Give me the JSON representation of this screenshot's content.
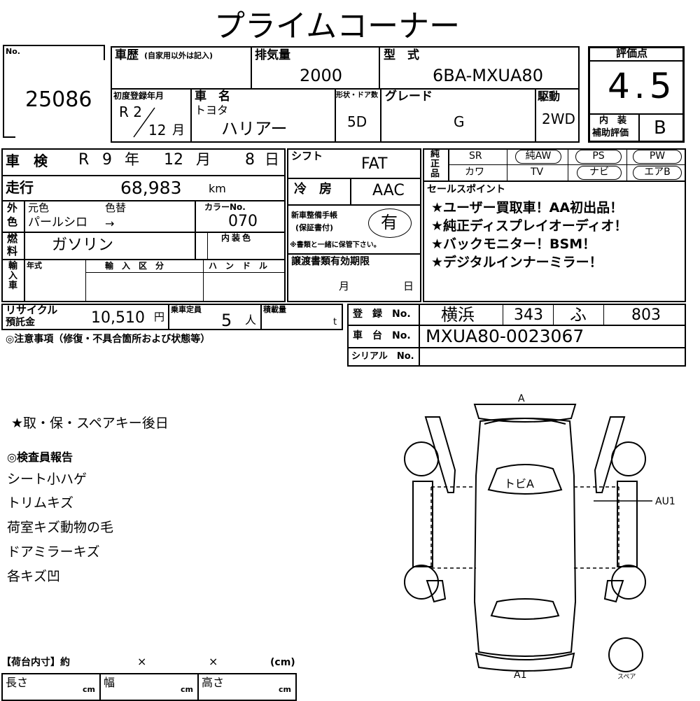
{
  "title": "プライムコーナー",
  "lot": {
    "label": "No.",
    "value": "25086"
  },
  "history": {
    "label": "車歴",
    "sub": "(自家用以外は記入)"
  },
  "displacement": {
    "label": "排気量",
    "value": "2000"
  },
  "model_type": {
    "label": "型　式",
    "value": "6BA-MXUA80"
  },
  "score": {
    "label": "評価点",
    "value": "4.5",
    "interior_label": "内　装",
    "interior_sub": "補助評価",
    "interior_value": "B"
  },
  "first_reg": {
    "label": "初度登録年月",
    "era": "R 2",
    "month": "12",
    "month_unit": "月"
  },
  "car_name": {
    "label": "車　名",
    "maker": "トヨタ",
    "value": "ハリアー"
  },
  "doors": {
    "label": "形状・ドア数",
    "value": "5D"
  },
  "grade": {
    "label": "グレード",
    "value": "G"
  },
  "drive": {
    "label": "駆動",
    "value": "2WD"
  },
  "inspection": {
    "label": "車　検",
    "era": "R",
    "year": "9",
    "year_unit": "年",
    "month": "12",
    "month_unit": "月",
    "day": "8",
    "day_unit": "日"
  },
  "shift": {
    "label": "シフト",
    "value": "FAT"
  },
  "mileage": {
    "label": "走行",
    "value": "68,983",
    "unit": "km"
  },
  "ac": {
    "label": "冷　房",
    "value": "AAC"
  },
  "color": {
    "label1": "外",
    "label2": "色",
    "orig_label": "元色",
    "repaint_label": "色替",
    "value": "パールシロ",
    "arrow": "→",
    "code_label": "カラーNo.",
    "code": "070"
  },
  "fuel": {
    "label1": "燃",
    "label2": "料",
    "value": "ガソリン",
    "interior_color_label": "内装色"
  },
  "maintenance": {
    "label1": "新車整備手帳",
    "label2": "(保証書付)",
    "value": "有",
    "note": "※書類と一緒に保管下さい。"
  },
  "import": {
    "label": "輸入車",
    "year_label": "年式",
    "category_label": "輸　入　区　分",
    "handle_label": "ハ　ン　ド　ル"
  },
  "transfer": {
    "label": "譲渡書類有効期限",
    "month_unit": "月",
    "day_unit": "日"
  },
  "equipment": {
    "label": "純正品",
    "items": [
      "SR",
      "純AW",
      "PS",
      "PW",
      "カワ",
      "TV",
      "ナビ",
      "エアB"
    ]
  },
  "sales_point": {
    "label": "セールスポイント",
    "lines": [
      "★ユーザー買取車！AA初出品！",
      "★純正ディスプレイオーディオ！",
      "★バックモニター！BSM！",
      "★デジタルインナーミラー！"
    ]
  },
  "recycle": {
    "label1": "リサイクル",
    "label2": "預託金",
    "value": "10,510",
    "unit": "円"
  },
  "capacity": {
    "label": "乗車定員",
    "value": "5",
    "unit": "人"
  },
  "load": {
    "label": "積載量",
    "unit": "t"
  },
  "registration": {
    "label": "登　録　No.",
    "area": "横浜",
    "class": "343",
    "kana": "ふ",
    "number": "803"
  },
  "chassis": {
    "label": "車　台　No.",
    "value": "MXUA80-0023067"
  },
  "serial": {
    "label": "シリアル　No."
  },
  "caution_label": "◎注意事項（修復・不具合箇所および状態等）",
  "key_note": "★取・保・スペアキー後日",
  "inspector": {
    "label": "◎検査員報告",
    "lines": [
      "シート小ハゲ",
      "トリムキズ",
      "荷室キズ動物の毛",
      "ドアミラーキズ",
      "各キズ凹"
    ]
  },
  "diagram": {
    "top": "A",
    "roof": "トビA",
    "side": "AU1",
    "rear": "A1",
    "spare": "スペア"
  },
  "cargo": {
    "label": "【荷台内寸】約",
    "x1": "×",
    "x2": "×",
    "unit_label": "(cm)",
    "length": "長さ",
    "width": "幅",
    "height": "高さ",
    "cm": "cm"
  }
}
